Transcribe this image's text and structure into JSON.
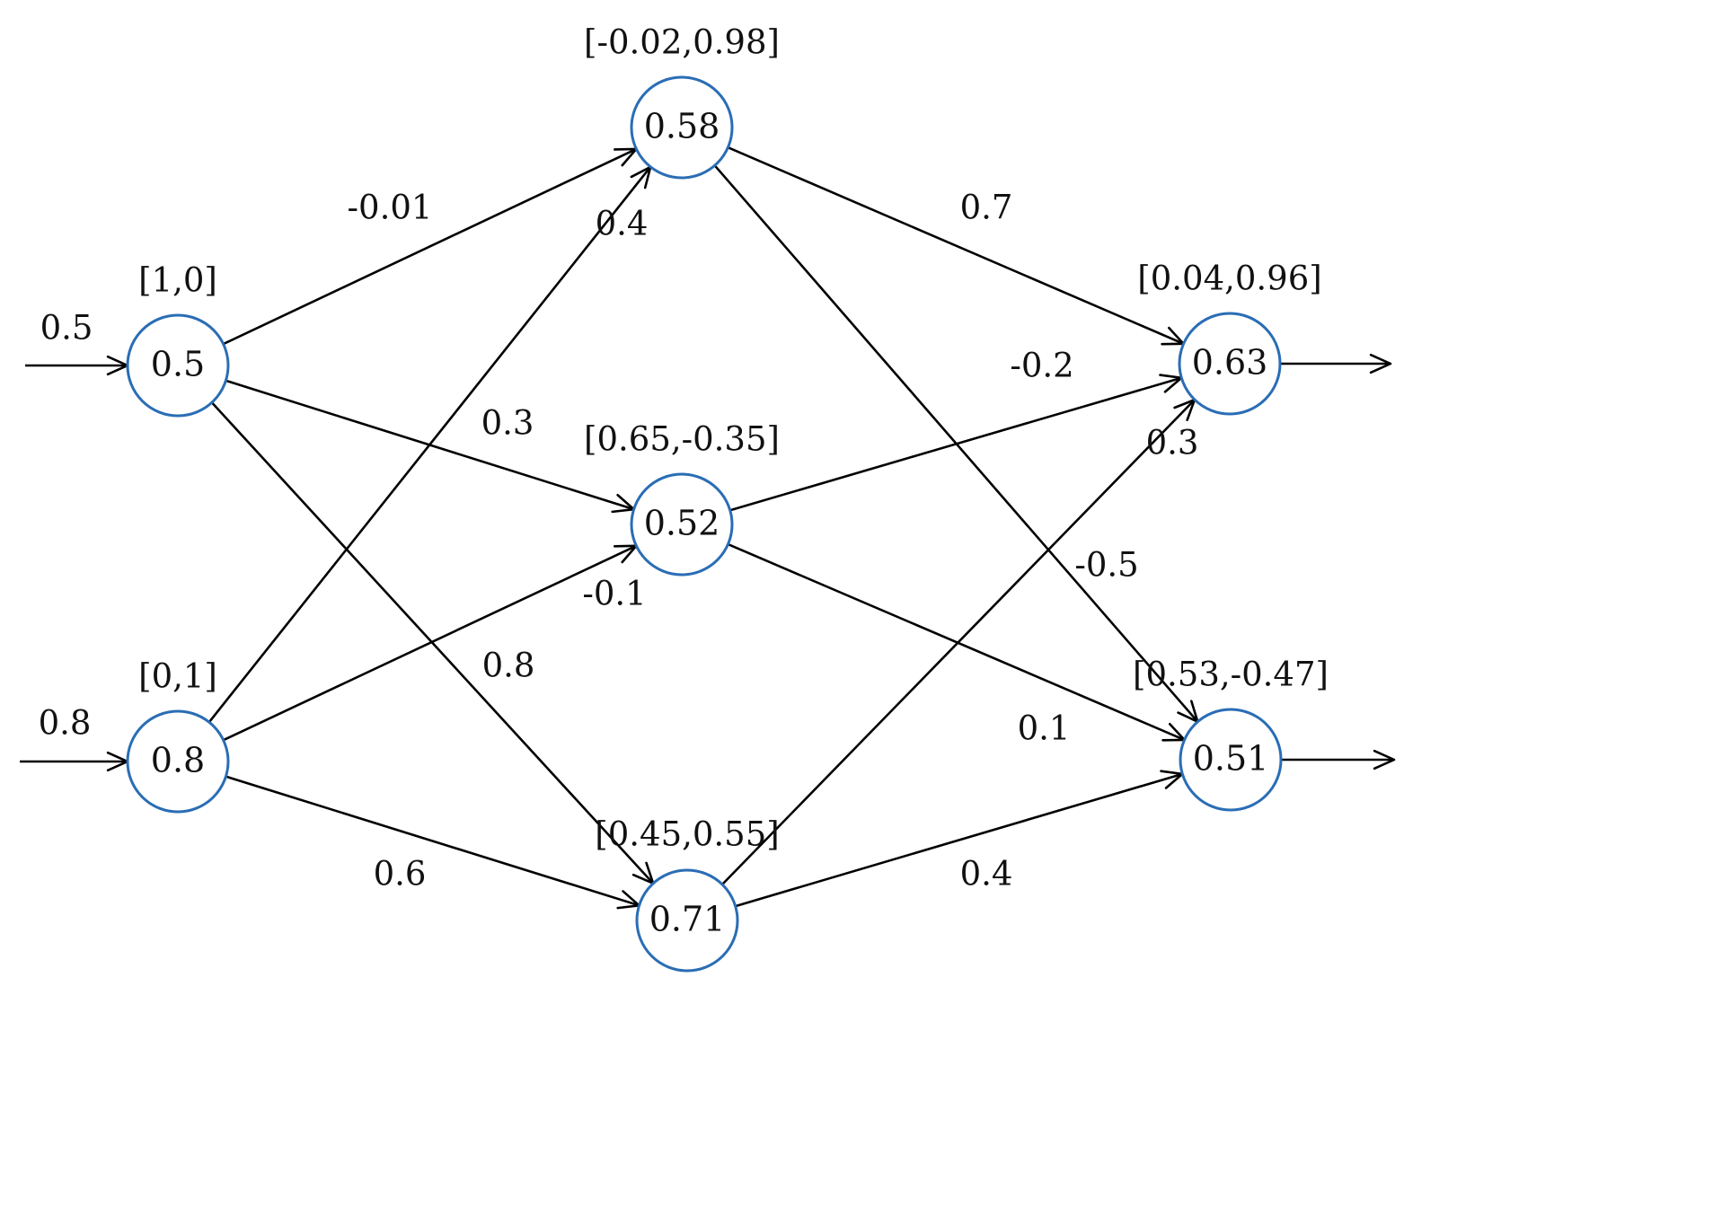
{
  "nodes": [
    {
      "id": "in1",
      "value": "0.5",
      "vector": "[1,0]"
    },
    {
      "id": "in2",
      "value": "0.8",
      "vector": "[0,1]"
    },
    {
      "id": "h1",
      "value": "0.58",
      "vector": "[-0.02,0.98]"
    },
    {
      "id": "h2",
      "value": "0.52",
      "vector": "[0.65,-0.35]"
    },
    {
      "id": "h3",
      "value": "0.71",
      "vector": "[0.45,0.55]"
    },
    {
      "id": "out1",
      "value": "0.63",
      "vector": "[0.04,0.96]"
    },
    {
      "id": "out2",
      "value": "0.51",
      "vector": "[0.53,-0.47]"
    }
  ],
  "inputs": [
    {
      "to": "in1",
      "weight": "0.5"
    },
    {
      "to": "in2",
      "weight": "0.8"
    }
  ],
  "outputs": [
    {
      "from": "out1"
    },
    {
      "from": "out2"
    }
  ],
  "edges": [
    {
      "from": "in1",
      "to": "h1",
      "weight": "-0.01"
    },
    {
      "from": "in1",
      "to": "h2",
      "weight": "0.3"
    },
    {
      "from": "in1",
      "to": "h3",
      "weight": "0.8"
    },
    {
      "from": "in2",
      "to": "h1",
      "weight": "0.4"
    },
    {
      "from": "in2",
      "to": "h2",
      "weight": "-0.1"
    },
    {
      "from": "in2",
      "to": "h3",
      "weight": "0.6"
    },
    {
      "from": "h1",
      "to": "out1",
      "weight": "0.7"
    },
    {
      "from": "h1",
      "to": "out2",
      "weight": "-0.5"
    },
    {
      "from": "h2",
      "to": "out1",
      "weight": "-0.2"
    },
    {
      "from": "h2",
      "to": "out2",
      "weight": "0.1"
    },
    {
      "from": "h3",
      "to": "out1",
      "weight": "0.3"
    },
    {
      "from": "h3",
      "to": "out2",
      "weight": "0.4"
    }
  ]
}
